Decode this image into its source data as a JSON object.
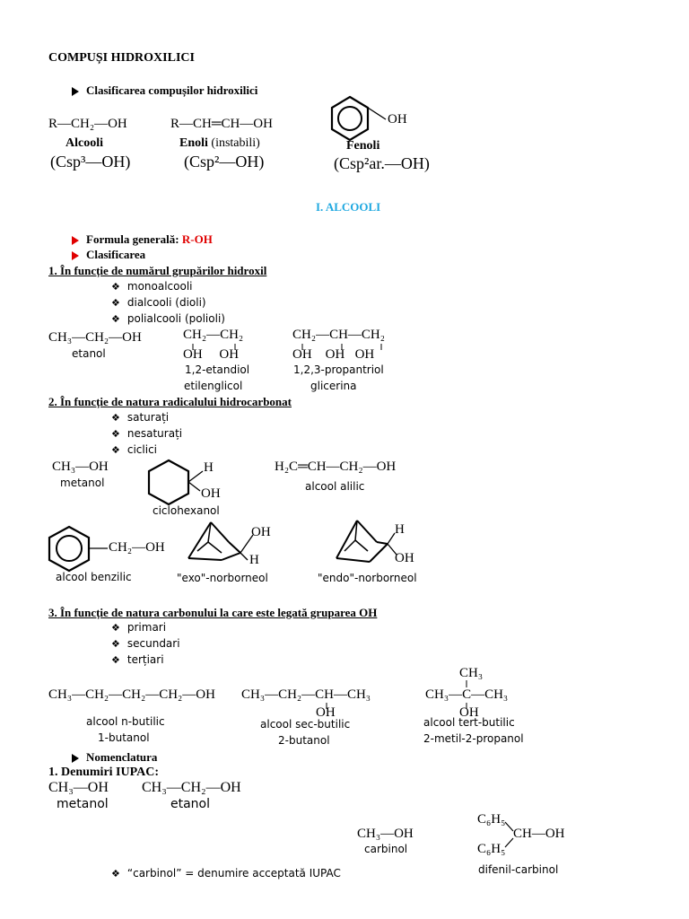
{
  "title": "COMPUȘI HIDROXILICI",
  "section1": {
    "heading": "Clasificarea compușilor hidroxilici",
    "items": [
      {
        "formula": "R—CH₂—OH",
        "name": "Alcooli",
        "note": "",
        "hybrid": "(Csp³—OH)"
      },
      {
        "formula": "R—CH═CH—OH",
        "name": "Enoli",
        "note": "(instabili)",
        "hybrid": "(Csp²—OH)"
      },
      {
        "formula": "OH",
        "name": "Fenoli",
        "note": "",
        "hybrid": "(Csp²ar.—OH)"
      }
    ]
  },
  "alcooli_title": "I. ALCOOLI",
  "formula_generala": {
    "label": "Formula generală:",
    "value": "R-OH"
  },
  "clasificarea": "Clasificarea",
  "crit1": {
    "heading": "1. În funcție de numărul grupărilor hidroxil",
    "bullets": [
      "monoalcooli",
      "dialcooli (dioli)",
      "polialcooli (polioli)"
    ],
    "ex1": {
      "formula": "CH₃—CH₂—OH",
      "name": "etanol"
    },
    "ex2": {
      "top": "CH₂—CH₂",
      "bottom": "OH     OH",
      "name1": "1,2-etandiol",
      "name2": "etilenglicol"
    },
    "ex3": {
      "top": "CH₂—CH—CH₂",
      "bottom": "OH    OH   OH",
      "name1": "1,2,3-propantriol",
      "name2": "glicerina"
    }
  },
  "crit2": {
    "heading": "2. În funcție de natura radicalului hidrocarbonat",
    "bullets": [
      "saturați",
      "nesaturați",
      "ciclici"
    ],
    "metanol": {
      "formula": "CH₃—OH",
      "name": "metanol"
    },
    "ciclohexanol": {
      "h": "H",
      "oh": "OH",
      "name": "ciclohexanol"
    },
    "alilic": {
      "formula": "H₂C═CH—CH₂—OH",
      "name": "alcool alilic"
    },
    "benzilic": {
      "formula": "CH₂—OH",
      "name": "alcool benzilic"
    },
    "exo": {
      "oh": "OH",
      "h": "H",
      "name": "\"exo\"-norborneol"
    },
    "endo": {
      "h": "H",
      "oh": "OH",
      "name": "\"endo\"-norborneol"
    }
  },
  "crit3": {
    "heading": "3. În funcție de natura carbonului la care este legată gruparea OH",
    "bullets": [
      "primari",
      "secundari",
      "terțiari"
    ],
    "nbutil": {
      "formula": "CH₃—CH₂—CH₂—CH₂—OH",
      "name1": "alcool n-butilic",
      "name2": "1-butanol"
    },
    "secbutil": {
      "formula": "CH₃—CH₂—CH—CH₃",
      "oh": "OH",
      "name1": "alcool sec-butilic",
      "name2": "2-butanol"
    },
    "tertbutil": {
      "top": "CH₃",
      "mid": "CH₃—C—CH₃",
      "oh": "OH",
      "name1": "alcool tert-butilic",
      "name2": "2-metil-2-propanol"
    }
  },
  "nomenclatura": {
    "heading": "Nomenclatura",
    "sub": "1. Denumiri IUPAC:",
    "metanol": {
      "formula": "CH₃—OH",
      "name": "metanol"
    },
    "etanol": {
      "formula": "CH₃—CH₂—OH",
      "name": "etanol"
    },
    "carbinol": {
      "formula": "CH₃—OH",
      "name": "carbinol"
    },
    "difenil": {
      "top": "C₆H₅",
      "mid": "CH—OH",
      "bottom": "C₆H₅",
      "name": "difenil-carbinol"
    },
    "note": "“carbinol” = denumire acceptată IUPAC"
  }
}
